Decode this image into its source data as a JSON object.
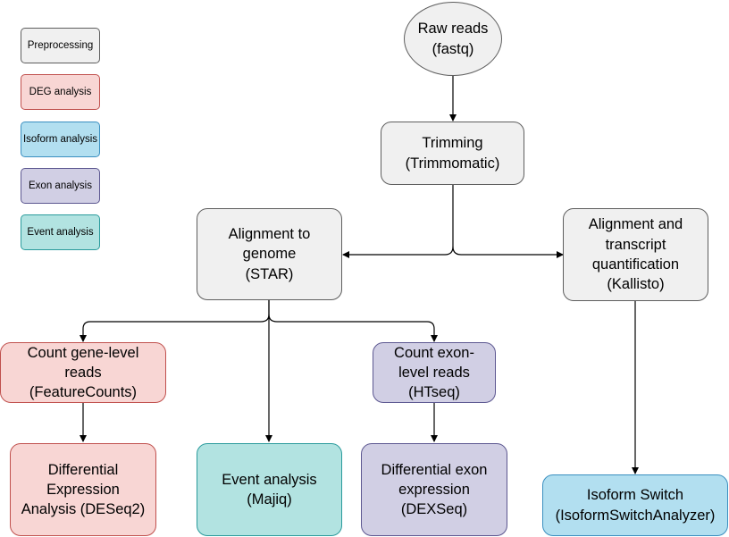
{
  "legend": {
    "preprocessing": "Preprocessing",
    "deg": "DEG analysis",
    "isoform": "Isoform analysis",
    "exon": "Exon analysis",
    "event": "Event analysis"
  },
  "nodes": {
    "raw_reads": "Raw reads\n(fastq)",
    "trimming": "Trimming\n(Trimmomatic)",
    "alignment_star": "Alignment to\ngenome\n(STAR)",
    "alignment_kallisto": "Alignment and\ntranscript\nquantification\n(Kallisto)",
    "count_gene": "Count gene-level\nreads\n(FeatureCounts)",
    "count_exon": "Count exon-\nlevel reads\n(HTseq)",
    "differential_expression": "Differential\nExpression\nAnalysis (DESeq2)",
    "event_analysis": "Event analysis\n(Majiq)",
    "differential_exon": "Differential exon\nexpression\n(DEXSeq)",
    "isoform_switch": "Isoform Switch\n(IsoformSwitchAnalyzer)"
  },
  "colors": {
    "preprocessing": "#f0f0f0",
    "deg": "#f8d6d4",
    "isoform": "#b2dff0",
    "exon": "#d1cfe4",
    "event": "#b2e3e1"
  }
}
